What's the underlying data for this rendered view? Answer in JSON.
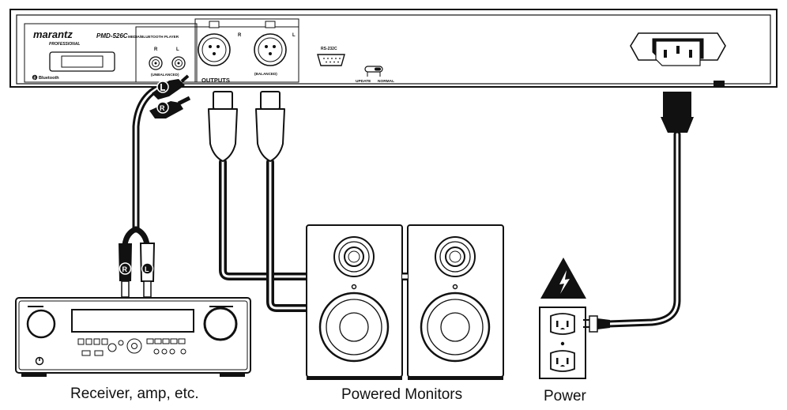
{
  "player": {
    "brand": "marantz",
    "brand_sub": "PROFESSIONAL",
    "model": "PMD-526C",
    "model_desc": "MEDIA/BLUETOOTH PLAYER",
    "bluetooth": "Bluetooth",
    "rca_left": "L",
    "rca_right": "R",
    "unbalanced": "(UNBALANCED)",
    "outputs": "OUTPUTS",
    "balanced": "(BALANCED)",
    "xlr_right": "R",
    "xlr_left": "L",
    "rs232": "RS-232C",
    "switch_update": "UPDATE",
    "switch_normal": "NORMAL"
  },
  "cable": {
    "plug_right": "R",
    "plug_left": "L"
  },
  "captions": {
    "receiver": "Receiver, amp, etc.",
    "monitors": "Powered Monitors",
    "power": "Power"
  }
}
